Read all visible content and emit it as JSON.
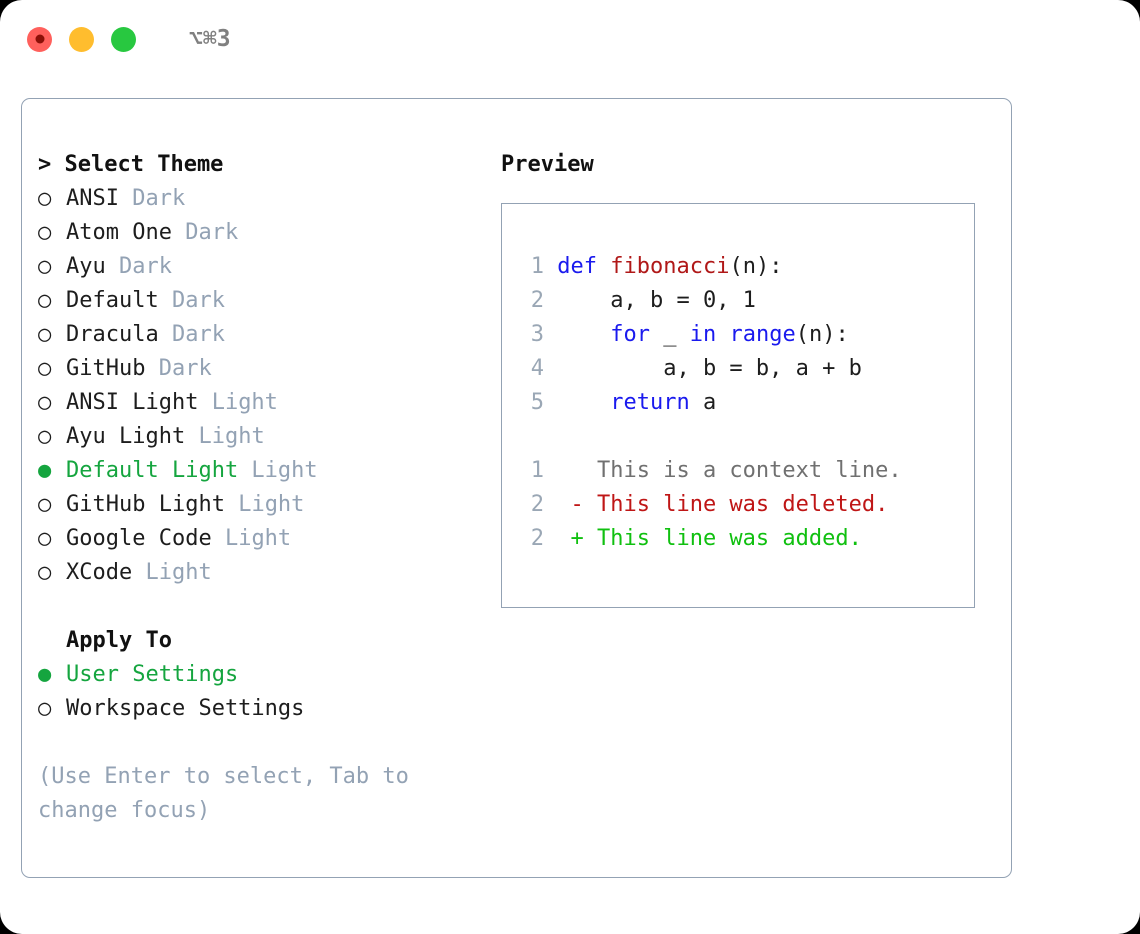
{
  "titlebar": {
    "shortcut": "⌥⌘3",
    "buttons": [
      {
        "name": "close",
        "color": "#ff605c"
      },
      {
        "name": "minimize",
        "color": "#ffbd2e"
      },
      {
        "name": "maximize",
        "color": "#28c840"
      }
    ]
  },
  "colors": {
    "accent_green": "#15a53f",
    "muted": "#93a2b4",
    "keyword_blue": "#1a1aee",
    "function_red": "#b01818",
    "diff_delete": "#bf1616",
    "diff_add": "#10c010",
    "text": "#1d1d1d",
    "border": "#93a2b4"
  },
  "theme_picker": {
    "heading": "> Select Theme",
    "marker_selected": "●",
    "marker_unselected": "○",
    "items": [
      {
        "label": "ANSI",
        "variant": "Dark",
        "selected": false
      },
      {
        "label": "Atom One",
        "variant": "Dark",
        "selected": false
      },
      {
        "label": "Ayu",
        "variant": "Dark",
        "selected": false
      },
      {
        "label": "Default",
        "variant": "Dark",
        "selected": false
      },
      {
        "label": "Dracula",
        "variant": "Dark",
        "selected": false
      },
      {
        "label": "GitHub",
        "variant": "Dark",
        "selected": false
      },
      {
        "label": "ANSI Light",
        "variant": "Light",
        "selected": false
      },
      {
        "label": "Ayu Light",
        "variant": "Light",
        "selected": false
      },
      {
        "label": "Default Light",
        "variant": "Light",
        "selected": true
      },
      {
        "label": "GitHub Light",
        "variant": "Light",
        "selected": false
      },
      {
        "label": "Google Code",
        "variant": "Light",
        "selected": false
      },
      {
        "label": "XCode",
        "variant": "Light",
        "selected": false
      }
    ]
  },
  "apply_to": {
    "heading": "Apply To",
    "items": [
      {
        "label": "User Settings",
        "selected": true
      },
      {
        "label": "Workspace Settings",
        "selected": false
      }
    ]
  },
  "hint": "(Use Enter to select, Tab to change focus)",
  "preview": {
    "title": "Preview",
    "code_lines": [
      {
        "num": "1",
        "segments": [
          {
            "text": "def ",
            "kind": "kw"
          },
          {
            "text": "fibonacci",
            "kind": "fn"
          },
          {
            "text": "(n):",
            "kind": "plain"
          }
        ]
      },
      {
        "num": "2",
        "segments": [
          {
            "text": "    a, b = 0, 1",
            "kind": "plain"
          }
        ]
      },
      {
        "num": "3",
        "segments": [
          {
            "text": "    ",
            "kind": "plain"
          },
          {
            "text": "for",
            "kind": "kw"
          },
          {
            "text": " _ ",
            "kind": "plain"
          },
          {
            "text": "in ",
            "kind": "kw"
          },
          {
            "text": "range",
            "kind": "kw"
          },
          {
            "text": "(n):",
            "kind": "plain"
          }
        ]
      },
      {
        "num": "4",
        "segments": [
          {
            "text": "        a, b = b, a + b",
            "kind": "plain"
          }
        ]
      },
      {
        "num": "5",
        "segments": [
          {
            "text": "    ",
            "kind": "plain"
          },
          {
            "text": "return",
            "kind": "kw"
          },
          {
            "text": " a",
            "kind": "plain"
          }
        ]
      }
    ],
    "diff_lines": [
      {
        "num": "1",
        "marker": "  ",
        "text": "This is a context line.",
        "kind": "ctx"
      },
      {
        "num": "2",
        "marker": "- ",
        "text": "This line was deleted.",
        "kind": "del"
      },
      {
        "num": "2",
        "marker": "+ ",
        "text": "This line was added.",
        "kind": "add"
      }
    ]
  }
}
